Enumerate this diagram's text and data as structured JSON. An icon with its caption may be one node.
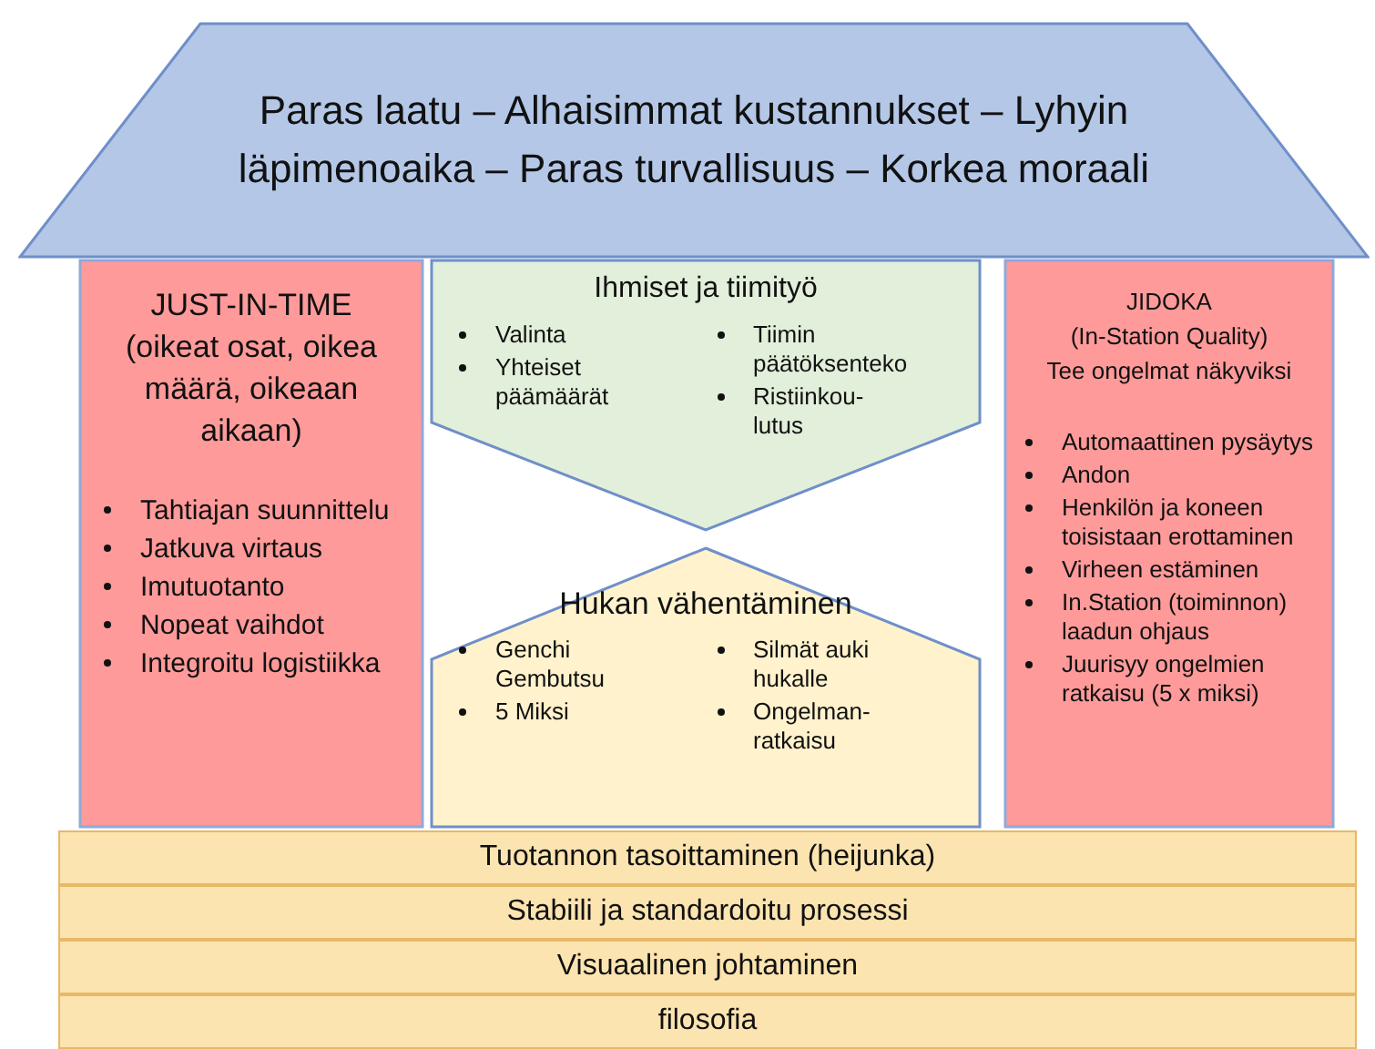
{
  "diagram": {
    "nodes": [
      {
        "text": [
          "Paras laatu – Alhaisimmat kustannukset – Lyhyin läpimenoaika – Paras turvallisuus – Korkea moraali"
        ]
      },
      {
        "text": [
          "JUST-IN-TIME",
          "(oikeat osat, oikea määrä, oikeaan aikaan)",
          "Tahtiajan suunnittelu",
          "Jatkuva virtaus",
          "Imutuotanto",
          "Nopeat vaihdot",
          "Integroitu logistiikka"
        ]
      },
      {
        "text": [
          "Ihmiset ja tiimityö",
          "Valinta",
          "Yhteiset päämäärät",
          "Tiimin päätöksenteko",
          "Ristiinkou-lutus"
        ]
      },
      {
        "text": [
          "Hukan vähentäminen",
          "Genchi Gembutsu",
          "5 Miksi",
          "Silmät auki hukalle",
          "Ongelman-ratkaisu"
        ]
      },
      {
        "text": [
          "JIDOKA",
          "(In-Station Quality)",
          "Tee ongelmat näkyviksi",
          "Automaattinen pysäytys",
          "Andon",
          "Henkilön ja koneen toisistaan erottaminen",
          "Virheen estäminen",
          "In.Station (toiminnon) laadun ohjaus",
          "Juurisyy ongelmien ratkaisu (5 x miksi)"
        ]
      },
      {
        "text": [
          "Tuotannon tasoittaminen (heijunka)"
        ]
      },
      {
        "text": [
          "Stabiili ja standardoitu prosessi"
        ]
      },
      {
        "text": [
          "Visuaalinen johtaminen"
        ]
      },
      {
        "text": [
          "filosofia"
        ]
      }
    ]
  }
}
